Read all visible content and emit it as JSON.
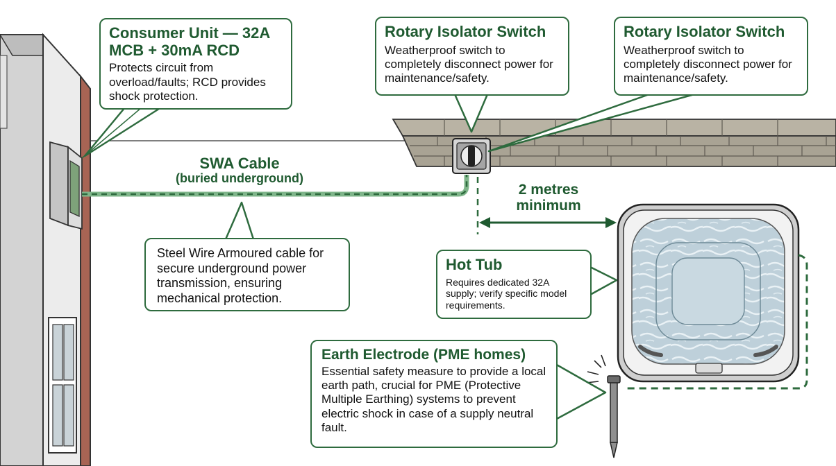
{
  "colors": {
    "accent": "#2e6b3e",
    "title_text": "#1f5a30",
    "wall_face": "#ececec",
    "wall_side": "#a86454",
    "stone": "#a9a394",
    "water": "#b9ccd6"
  },
  "callouts": {
    "consumer_unit": {
      "title": "Consumer Unit — 32A MCB + 30mA RCD",
      "body": "Protects circuit from overload/faults; RCD provides shock protection."
    },
    "isolator_1": {
      "title": "Rotary Isolator Switch",
      "body": "Weatherproof switch to completely disconnect power for maintenance/safety."
    },
    "isolator_2": {
      "title": "Rotary Isolator Switch",
      "body": "Weatherproof switch to completely disconnect power for maintenance/safety."
    },
    "swa_desc": {
      "body": "Steel Wire Armoured cable for secure underground power transmission, ensuring mechanical protection."
    },
    "hot_tub": {
      "title": "Hot Tub",
      "body": "Requires dedicated 32A supply; verify specific model requirements."
    },
    "earth_electrode": {
      "title": "Earth Electrode (PME homes)",
      "body": "Essential safety measure to provide a local earth path, crucial for PME (Protective Multiple Earthing) systems to prevent electric shock in case of a supply neutral fault."
    }
  },
  "labels": {
    "swa_cable": "SWA Cable",
    "swa_buried": "(buried underground)",
    "distance_value": "2 metres",
    "distance_min": "minimum"
  },
  "icons": [
    "consumer-unit-icon",
    "rotary-isolator-icon",
    "hot-tub-icon",
    "earth-rod-icon"
  ]
}
